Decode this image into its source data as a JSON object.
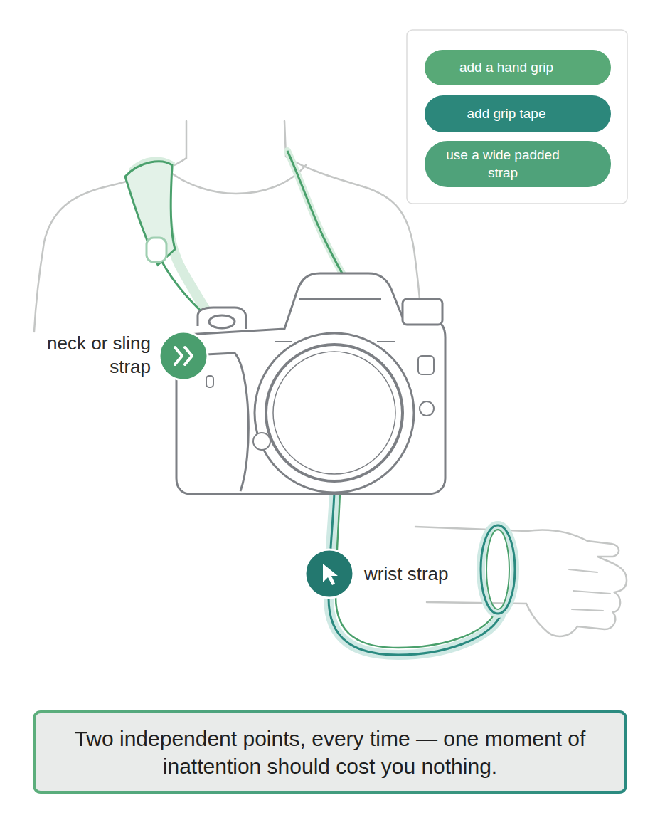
{
  "diagram": {
    "nodes": [
      {
        "text": [
          "add a hand grip"
        ]
      },
      {
        "text": [
          "add grip tape"
        ]
      },
      {
        "text": [
          "use a wide padded strap"
        ]
      },
      {
        "text": [
          "Two independent points, every time — one moment of inattention should cost you nothing."
        ]
      }
    ],
    "labels": [
      "neck or sling strap",
      "wrist strap"
    ]
  }
}
